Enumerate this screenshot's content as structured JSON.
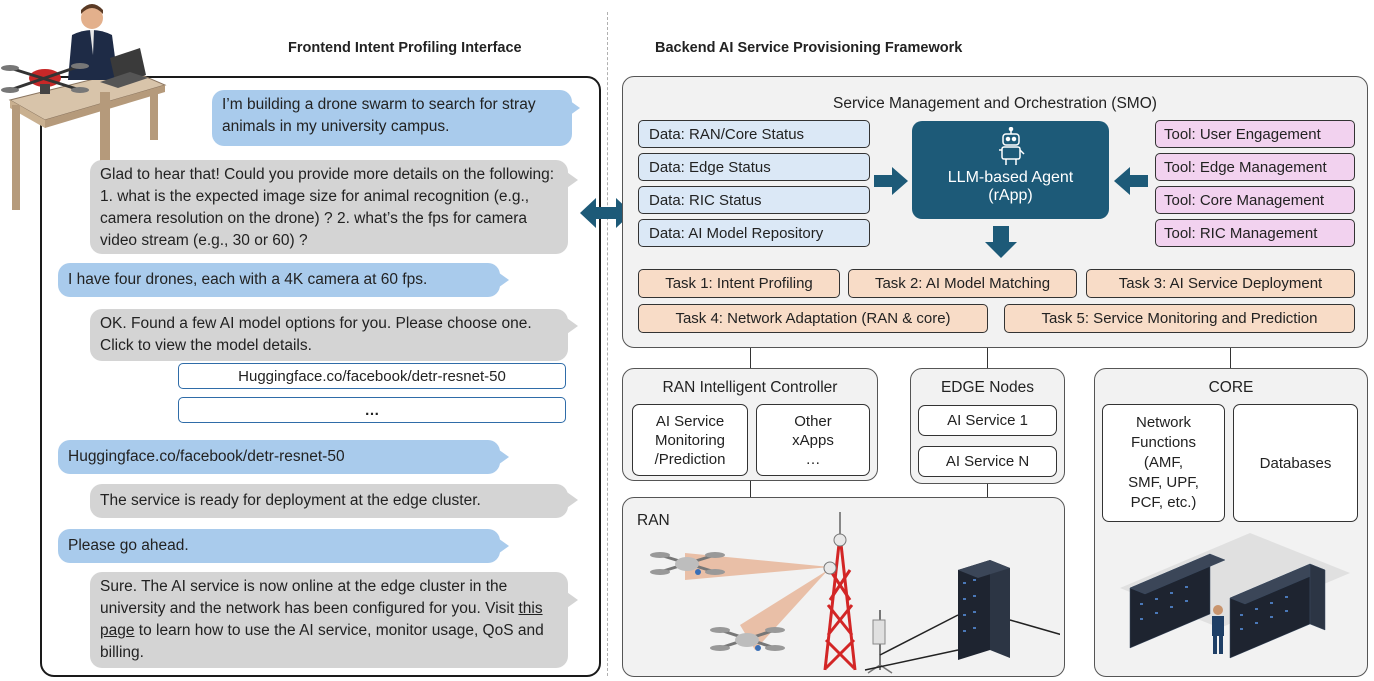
{
  "frontend": {
    "heading": "Frontend Intent Profiling Interface",
    "messages": [
      {
        "role": "user",
        "text": "I’m building a drone swarm to search for stray animals in my university campus."
      },
      {
        "role": "bot",
        "text": "Glad to hear that! Could you provide more details on the following: 1. what is the expected image size for animal recognition (e.g., camera resolution on the drone) ? 2. what’s the fps for camera video stream (e.g., 30 or 60) ?"
      },
      {
        "role": "user",
        "text": "I have four drones, each with a 4K camera at 60 fps."
      },
      {
        "role": "bot",
        "text": "OK. Found a few AI model options for you. Please choose one. Click to view the model details."
      },
      {
        "role": "user",
        "text": "Huggingface.co/facebook/detr-resnet-50"
      },
      {
        "role": "bot",
        "text": "The service is ready for deployment at the edge cluster."
      },
      {
        "role": "user",
        "text": "Please go ahead."
      },
      {
        "role": "bot",
        "text_before": "Sure. The AI service is now online at the edge cluster in the university and the network has been configured for you. Visit ",
        "link_text": "this page",
        "text_after": " to learn how to use the AI service, monitor usage, QoS and billing."
      }
    ],
    "model_options": [
      "Huggingface.co/facebook/detr-resnet-50",
      "…"
    ]
  },
  "backend": {
    "heading": "Backend AI Service Provisioning Framework",
    "smo": {
      "title": "Service Management and Orchestration (SMO)",
      "data_items": [
        "Data: RAN/Core Status",
        "Data: Edge Status",
        "Data: RIC Status",
        "Data: AI Model Repository"
      ],
      "agent": {
        "line1": "LLM-based Agent",
        "line2": "(rApp)"
      },
      "tools": [
        "Tool: User Engagement",
        "Tool: Edge Management",
        "Tool: Core Management",
        "Tool: RIC Management"
      ],
      "tasks": [
        "Task 1: Intent Profiling",
        "Task 2: AI Model Matching",
        "Task 3: AI Service Deployment",
        "Task 4: Network Adaptation (RAN & core)",
        "Task 5: Service Monitoring and Prediction"
      ]
    },
    "ric": {
      "title": "RAN Intelligent Controller",
      "box1": [
        "AI Service",
        "Monitoring",
        "/Prediction"
      ],
      "box2": [
        "Other",
        "xApps",
        "…"
      ]
    },
    "edge": {
      "title": "EDGE Nodes",
      "services": [
        "AI Service 1",
        "AI Service N"
      ]
    },
    "core": {
      "title": "CORE",
      "nf": [
        "Network",
        "Functions",
        "(AMF,",
        "SMF, UPF,",
        "PCF, etc.)"
      ],
      "db": "Databases"
    },
    "ran": {
      "title": "RAN"
    }
  },
  "colors": {
    "user_bubble": "#a9cbec",
    "bot_bubble": "#d4d4d4",
    "agent": "#1d5a78",
    "data": "#dbe8f6",
    "tool": "#f2d2ef",
    "task": "#f8dcc7",
    "arrow": "#1d5a78"
  }
}
